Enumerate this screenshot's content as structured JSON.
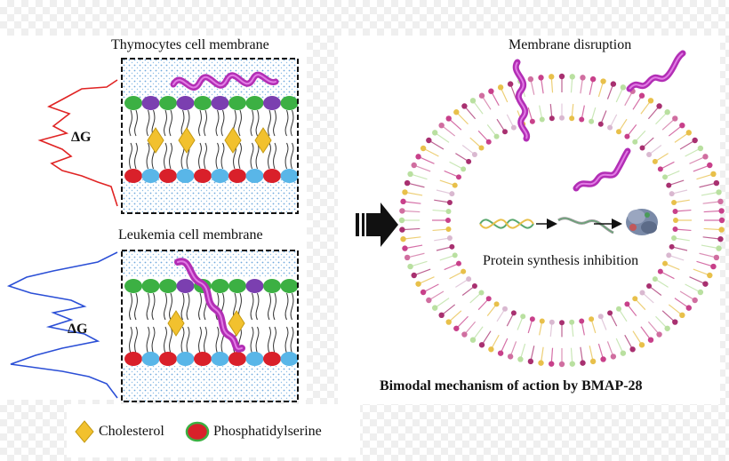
{
  "labels": {
    "thymocytes": "Thymocytes cell membrane",
    "leukemia": "Leukemia cell membrane",
    "delta_g_top": "ΔG",
    "delta_g_bottom": "ΔG",
    "membrane_disruption": "Membrane disruption",
    "protein_inhibition": "Protein synthesis inhibition",
    "bimodal": "Bimodal mechanism of action by BMAP-28"
  },
  "legend": [
    {
      "label": "Cholesterol",
      "icon": "diamond-icon",
      "color": "#f2c12e"
    },
    {
      "label": "Phosphatidylserine",
      "icon": "red-ellipse-icon",
      "color": "#d9202a"
    }
  ],
  "colors": {
    "green_head": "#3cb043",
    "purple_head": "#7b3fb0",
    "red_head": "#d9202a",
    "blue_head": "#59b6e8",
    "cholesterol": "#f2c12e",
    "peptide": "#b22eb5",
    "water_dots": "#6fa8dc",
    "curve_top": "#e02424",
    "curve_bottom": "#2b4fd6"
  }
}
